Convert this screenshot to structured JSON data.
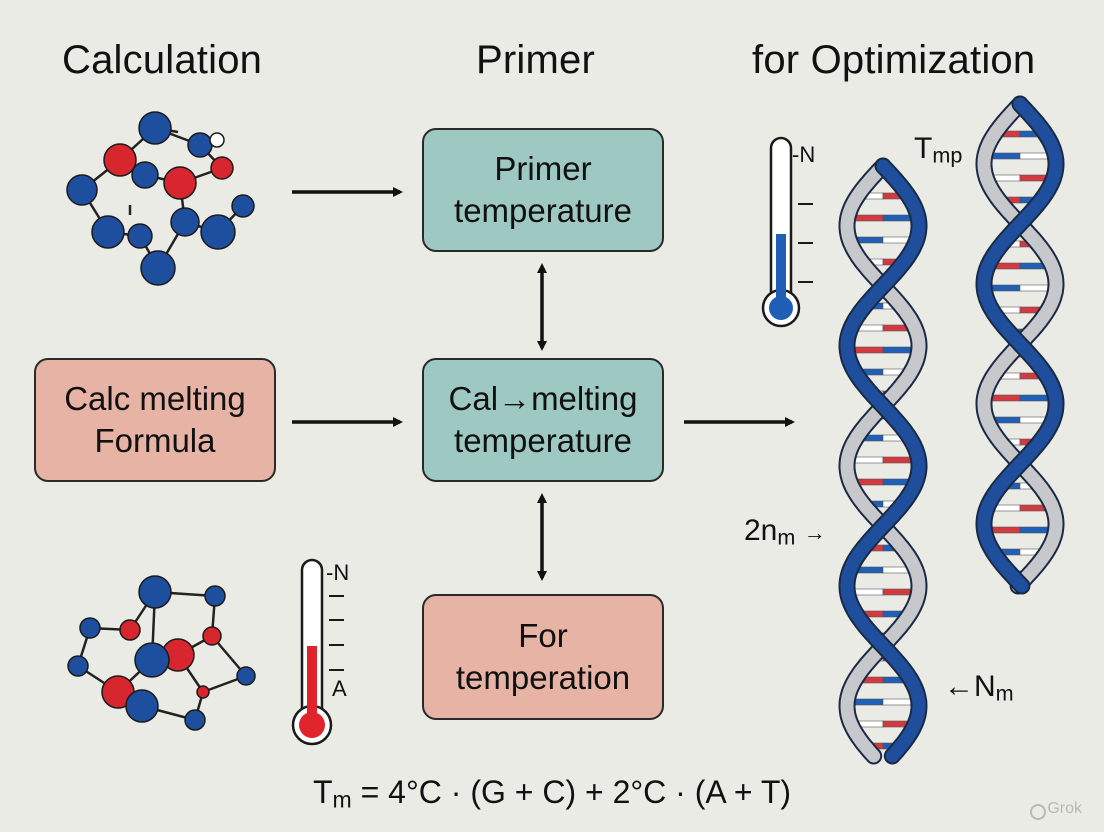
{
  "headers": {
    "left": "Calculation",
    "center": "Primer",
    "right": "for Optimization"
  },
  "boxes": {
    "top": [
      "Primer",
      "temperature"
    ],
    "left": [
      "Calc melting",
      "Formula"
    ],
    "middle": [
      "Cal→melting",
      "temperature"
    ],
    "bottom": [
      "For",
      "temperation"
    ]
  },
  "labels": {
    "tmp_main": "T",
    "tmp_sub": "mp",
    "twonm_main": "2n",
    "twonm_sub": "m",
    "twonm_arrow": "→",
    "nm_arrow": "←",
    "nm_main": "N",
    "nm_sub": "m"
  },
  "thermometers": {
    "top": {
      "tick_label": "-N",
      "fill_level": 0.45
    },
    "bottom": {
      "tick_top": "-N",
      "tick_bottom": "A",
      "fill_level": 0.45
    }
  },
  "formula": {
    "lhs_main": "T",
    "lhs_sub": "m",
    "rhs": " = 4°C · (G + C) + 2°C · (A + T)"
  },
  "watermark": "Grok",
  "colors": {
    "background": "#ebebe6",
    "teal_box": "#9ec8c2",
    "salmon_box": "#e6b3a5",
    "dna_blue": "#1f4f9c",
    "dna_gray": "#c7c8cc",
    "atom_blue": "#1d4f9e",
    "atom_red": "#d8262f",
    "mercury_blue": "#1f5fb5",
    "mercury_red": "#e0242c"
  }
}
